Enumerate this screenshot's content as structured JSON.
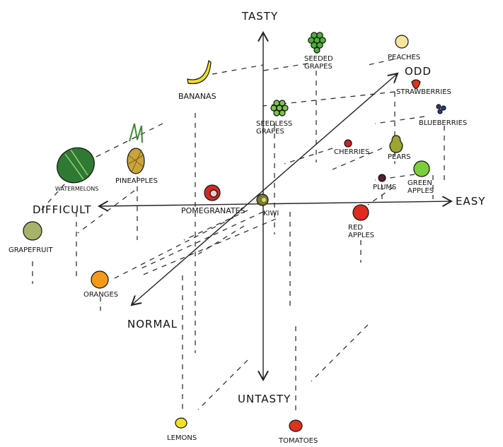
{
  "axes": {
    "top": "TASTY",
    "bottom": "UNTASTY",
    "left": "DIFFICULT",
    "right": "EASY",
    "diag_forward": "ODD",
    "diag_back": "NORMAL"
  },
  "fruits": [
    {
      "id": "peaches",
      "label": "PEACHES",
      "color": "#f7e59c"
    },
    {
      "id": "seeded-grapes",
      "label": "SEEDED GRAPES",
      "color": "#4caf3a"
    },
    {
      "id": "bananas",
      "label": "BANANAS",
      "color": "#f2de2a"
    },
    {
      "id": "strawberries",
      "label": "STRAWBERRIES",
      "color": "#e0301e"
    },
    {
      "id": "seedless-grapes",
      "label": "SEEDLESS GRAPES",
      "color": "#7ac34a"
    },
    {
      "id": "blueberries",
      "label": "BLUEBERRIES",
      "color": "#2b3a8c"
    },
    {
      "id": "cherries",
      "label": "CHERRIES",
      "color": "#d62020"
    },
    {
      "id": "pears",
      "label": "PEARS",
      "color": "#9aa532"
    },
    {
      "id": "watermelons",
      "label": "WATERMELONS",
      "color": "#2e7a32"
    },
    {
      "id": "pineapples",
      "label": "PINEAPPLES",
      "color": "#c9a43a"
    },
    {
      "id": "green-apples",
      "label": "GREEN APPLES",
      "color": "#7ccf3c"
    },
    {
      "id": "plums",
      "label": "PLUMS",
      "color": "#5a1f2a"
    },
    {
      "id": "pomegranates",
      "label": "POMEGRANATES",
      "color": "#d02a26"
    },
    {
      "id": "kiwi",
      "label": "KIWI",
      "color": "#7d7a2c"
    },
    {
      "id": "red-apples",
      "label": "RED APPLES",
      "color": "#e02a1e"
    },
    {
      "id": "grapefruit",
      "label": "GRAPEFRUIT",
      "color": "#a7b36a"
    },
    {
      "id": "oranges",
      "label": "ORANGES",
      "color": "#f39a1a"
    },
    {
      "id": "lemons",
      "label": "LEMONS",
      "color": "#f3e02a"
    },
    {
      "id": "tomatoes",
      "label": "TOMATOES",
      "color": "#e0301e"
    }
  ]
}
